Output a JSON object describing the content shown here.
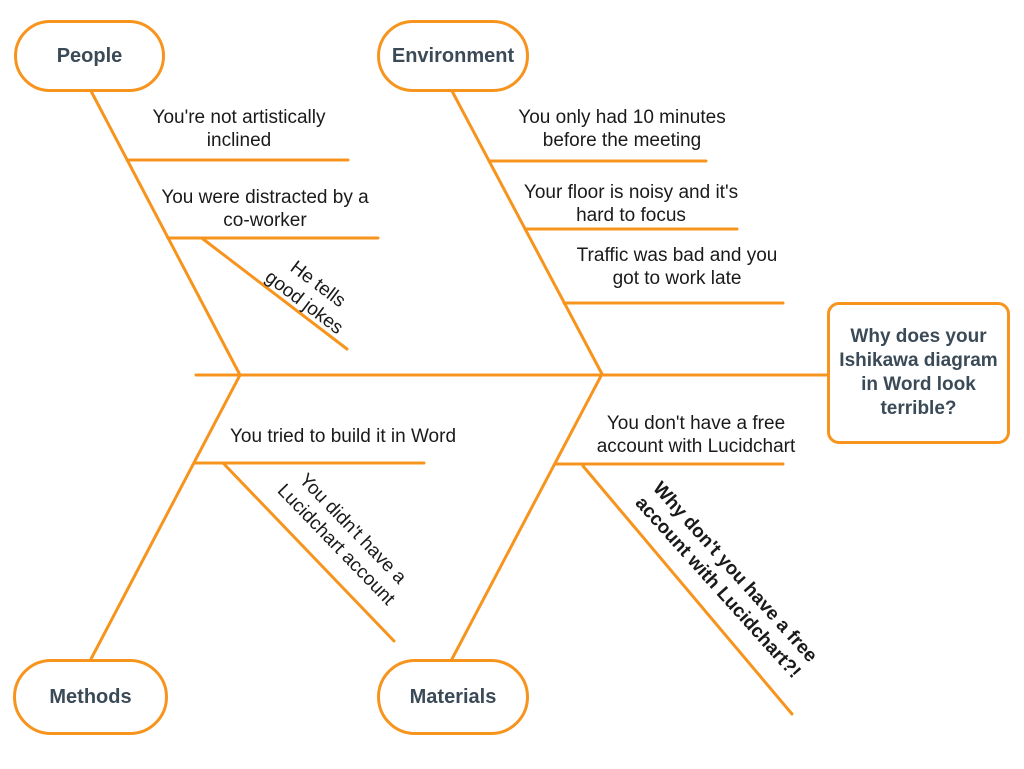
{
  "diagram_type": "ishikawa-fishbone",
  "colors": {
    "accent": "#F7941E",
    "category_text": "#3B4A57",
    "cause_text": "#1A1A1A",
    "background": "#FFFFFF"
  },
  "effect": {
    "label": "Why does your\nIshikawa diagram\nin Word look\nterrible?"
  },
  "categories": {
    "people": {
      "label": "People",
      "cause1": "You're not artistically\ninclined",
      "cause2": "You were distracted by a\nco-worker",
      "subcause1": "He tells\ngood jokes"
    },
    "environment": {
      "label": "Environment",
      "cause1": "You only had 10 minutes\nbefore the meeting",
      "cause2": "Your floor is noisy and it's\nhard to focus",
      "cause3": "Traffic was bad and you\ngot to work late"
    },
    "methods": {
      "label": "Methods",
      "cause1": "You tried to build it in Word",
      "subcause1": "You didn't have a\nLucidchart account"
    },
    "materials": {
      "label": "Materials",
      "cause1": "You don't have a free\naccount with Lucidchart",
      "subcause1": "Why don't you have a free\naccount with Lucidchart?!"
    }
  }
}
